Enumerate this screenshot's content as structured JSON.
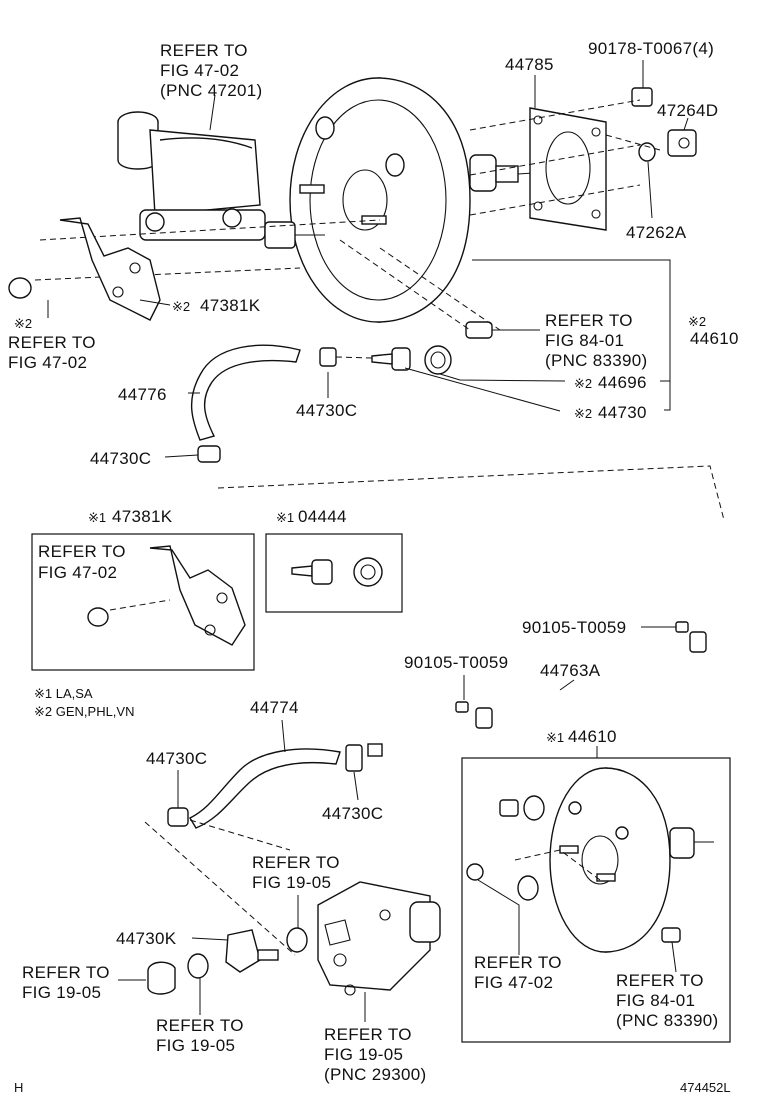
{
  "labels": {
    "mc_refer": [
      "REFER TO",
      "FIG 47-02",
      "(PNC 47201)"
    ],
    "p44785": "44785",
    "p90178": "90178-T0067(4)",
    "p47264d": "47264D",
    "p47262a": "47262A",
    "p47381k_main": "47381K",
    "mark2": "※2",
    "mark1": "※1",
    "left_mark2": "※2",
    "left_refer": [
      "REFER TO",
      "FIG 47-02"
    ],
    "valve_refer": [
      "REFER TO",
      "FIG 84-01",
      "(PNC 83390)"
    ],
    "p44610_top": "44610",
    "p44776": "44776",
    "p44730c_a": "44730C",
    "p44696": "44696",
    "p44730": "44730",
    "p44730c_b": "44730C",
    "inset1_title": "47381K",
    "inset1_refer": [
      "REFER TO",
      "FIG 47-02"
    ],
    "inset2_title": "04444",
    "note1": "※1 LA,SA",
    "note2": "※2 GEN,PHL,VN",
    "p90105_a": "90105-T0059",
    "p90105_b": "90105-T0059",
    "p44763a": "44763A",
    "p44774": "44774",
    "p44730c_c": "44730C",
    "p44730c_d": "44730C",
    "p44610_inset": "44610",
    "pump_refer_a": [
      "REFER TO",
      "FIG 19-05"
    ],
    "p44730k": "44730K",
    "cap_refer": [
      "REFER TO",
      "FIG 19-05"
    ],
    "oring_refer": [
      "REFER TO",
      "FIG 19-05"
    ],
    "pump_refer_b": [
      "REFER TO",
      "FIG 19-05",
      "(PNC 29300)"
    ],
    "inset3_refer_a": [
      "REFER TO",
      "FIG 47-02"
    ],
    "inset3_refer_b": [
      "REFER TO",
      "FIG 84-01",
      "(PNC 83390)"
    ],
    "corner_h": "H",
    "diagram_no": "474452L"
  },
  "icons": [
    "brake-master-cylinder",
    "brake-booster",
    "vacuum-hose",
    "hose-clamp",
    "vacuum-check-valve",
    "vacuum-pump"
  ]
}
